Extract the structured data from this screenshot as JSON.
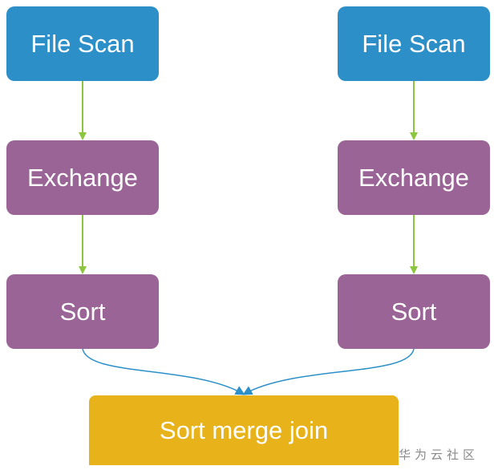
{
  "diagram": {
    "left_branch": {
      "file_scan": "File Scan",
      "exchange": "Exchange",
      "sort": "Sort"
    },
    "right_branch": {
      "file_scan": "File Scan",
      "exchange": "Exchange",
      "sort": "Sort"
    },
    "join": "Sort merge join",
    "watermark": "华为云社区",
    "colors": {
      "file_scan": "#2d8fc8",
      "exchange": "#9a6496",
      "sort": "#9a6496",
      "join": "#e8b31a",
      "flow_arrow": "#8cc63f",
      "join_arrow": "#2d8fc8"
    }
  }
}
